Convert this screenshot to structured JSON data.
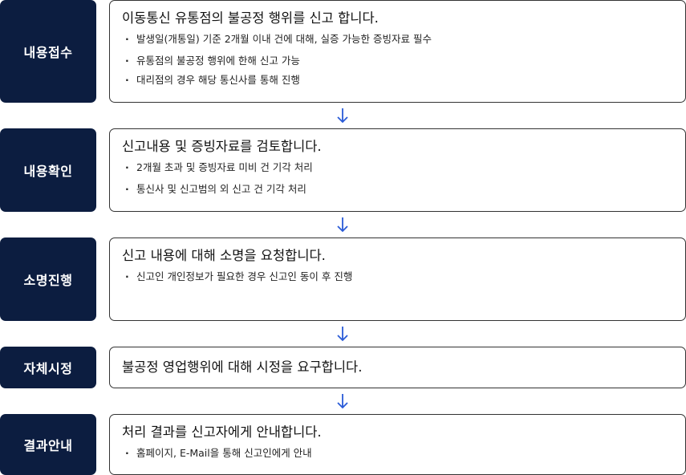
{
  "steps": [
    {
      "label": "내용접수",
      "heading": "이동통신 유통점의 불공정 행위를 신고 합니다.",
      "bullets": [
        "발생일(개통일) 기준 2개월 이내 건에 대해, 실증 가능한 증빙자료 필수",
        "유통점의 불공정 행위에 한해 신고 가능",
        "대리점의 경우 해당 통신사를 통해 진행"
      ]
    },
    {
      "label": "내용확인",
      "heading": "신고내용 및 증빙자료를 검토합니다.",
      "bullets": [
        "2개월 초과 및 증빙자료 미비 건 기각 처리",
        "통신사 및 신고범의 외 신고 건 기각 처리"
      ]
    },
    {
      "label": "소명진행",
      "heading": "신고 내용에 대해 소명을 요청합니다.",
      "bullets": [
        "신고인 개인정보가 필요한 경우 신고인 동이 후 진행"
      ]
    },
    {
      "label": "자체시정",
      "heading": "불공정 영업행위에 대해 시정을 요구합니다.",
      "bullets": []
    },
    {
      "label": "결과안내",
      "heading": "처리 결과를 신고자에게 안내합니다.",
      "bullets": [
        "홈페이지, E-Mail을 통해 신고인에게 안내"
      ]
    }
  ],
  "arrow_icon": "arrow-down-icon",
  "colors": {
    "label_bg": "#0c1d40",
    "label_text": "#ffffff",
    "arrow": "#2a5bd7",
    "box_border": "#333333"
  }
}
